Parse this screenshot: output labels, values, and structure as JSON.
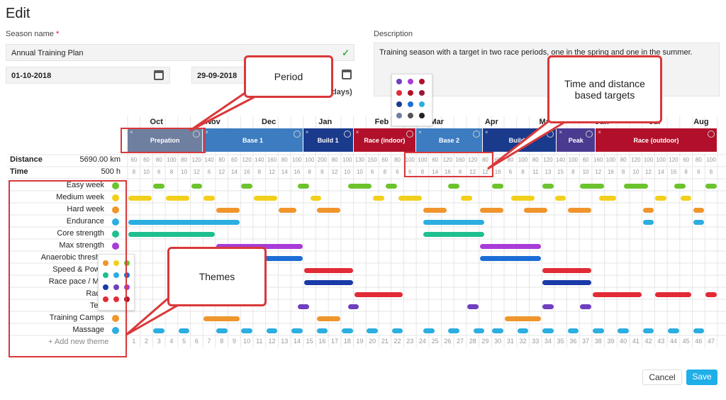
{
  "title": "Edit",
  "season": {
    "label": "Season name",
    "required_mark": "*",
    "value": "Annual Training Plan"
  },
  "description": {
    "label": "Description",
    "value": "Training season with a target in two race periods, one in the spring and one in the summer."
  },
  "dates": {
    "start": "01-10-2018",
    "end": "29-09-2018",
    "weeks_suffix": "days)"
  },
  "months": [
    "Oct",
    "Nov",
    "Dec",
    "Jan",
    "Feb",
    "Mar",
    "Apr",
    "May",
    "Jun",
    "Jul",
    "Aug"
  ],
  "periods": [
    {
      "name": "Prepation",
      "color": "#6f7fa0"
    },
    {
      "name": "Base 1",
      "color": "#3d7cc0"
    },
    {
      "name": "Build 1",
      "color": "#1a3a8c"
    },
    {
      "name": "Race (indoor)",
      "color": "#b2102a"
    },
    {
      "name": "Base 2",
      "color": "#3d7cc0"
    },
    {
      "name": "Build 2",
      "color": "#1a3a8c"
    },
    {
      "name": "Peak",
      "color": "#4a3a90"
    },
    {
      "name": "Race (outdoor)",
      "color": "#b2102a"
    }
  ],
  "totals": {
    "distance_label": "Distance",
    "distance_value": "5690.00 km",
    "time_label": "Time",
    "time_value": "500 h"
  },
  "distance_row": [
    "60",
    "60",
    "80",
    "100",
    "80",
    "120",
    "140",
    "80",
    "60",
    "120",
    "140",
    "160",
    "80",
    "100",
    "100",
    "200",
    "80",
    "100",
    "130",
    "150",
    "60",
    "80",
    "100",
    "100",
    "60",
    "120",
    "160",
    "120",
    "80",
    "60",
    "80",
    "100",
    "80",
    "120",
    "140",
    "100",
    "60",
    "160",
    "100",
    "80",
    "120",
    "100",
    "100",
    "120",
    "60",
    "80",
    "100"
  ],
  "time_row": [
    "8",
    "10",
    "6",
    "8",
    "10",
    "12",
    "6",
    "12",
    "14",
    "16",
    "8",
    "12",
    "14",
    "16",
    "8",
    "8",
    "12",
    "10",
    "10",
    "6",
    "8",
    "6",
    "6",
    "8",
    "14",
    "16",
    "8",
    "12",
    "12",
    "16",
    "6",
    "8",
    "11",
    "13",
    "15",
    "8",
    "10",
    "12",
    "16",
    "8",
    "10",
    "12",
    "14",
    "16",
    "8",
    "6",
    "8"
  ],
  "themes": [
    {
      "name": "Easy week",
      "color": "#6cc32e"
    },
    {
      "name": "Medium week",
      "color": "#f2cf1b"
    },
    {
      "name": "Hard week",
      "color": "#f0952c"
    },
    {
      "name": "Endurance",
      "color": "#2baee0"
    },
    {
      "name": "Core strength",
      "color": "#1fbf8f"
    },
    {
      "name": "Max strength",
      "color": "#a83cd8"
    },
    {
      "name": "Anaerobic thresho",
      "color": "#1c6ed6"
    },
    {
      "name": "Speed & Powe",
      "color": "#e22b36"
    },
    {
      "name": "Race pace / MA",
      "color": "#1a3aa8"
    },
    {
      "name": "Race",
      "color": "#e22b36"
    },
    {
      "name": "Test",
      "color": "#6f3fbf"
    },
    {
      "name": "Training Camps",
      "color": "#f0952c"
    },
    {
      "name": "Massage",
      "color": "#2baee0"
    }
  ],
  "add_theme": "Add new theme",
  "weeks": [
    "1",
    "2",
    "3",
    "4",
    "5",
    "6",
    "7",
    "8",
    "9",
    "10",
    "11",
    "12",
    "13",
    "14",
    "15",
    "16",
    "17",
    "18",
    "19",
    "20",
    "21",
    "22",
    "23",
    "24",
    "25",
    "26",
    "27",
    "28",
    "29",
    "30",
    "31",
    "32",
    "33",
    "34",
    "35",
    "36",
    "37",
    "38",
    "39",
    "40",
    "41",
    "42",
    "43",
    "44",
    "45",
    "46",
    "47"
  ],
  "callouts": {
    "period": "Period",
    "targets": "Time and distance based targets",
    "themes": "Themes"
  },
  "buttons": {
    "cancel": "Cancel",
    "save": "Save"
  },
  "colors": {
    "save": "#1eaee8",
    "annotation": "#d9383a"
  }
}
